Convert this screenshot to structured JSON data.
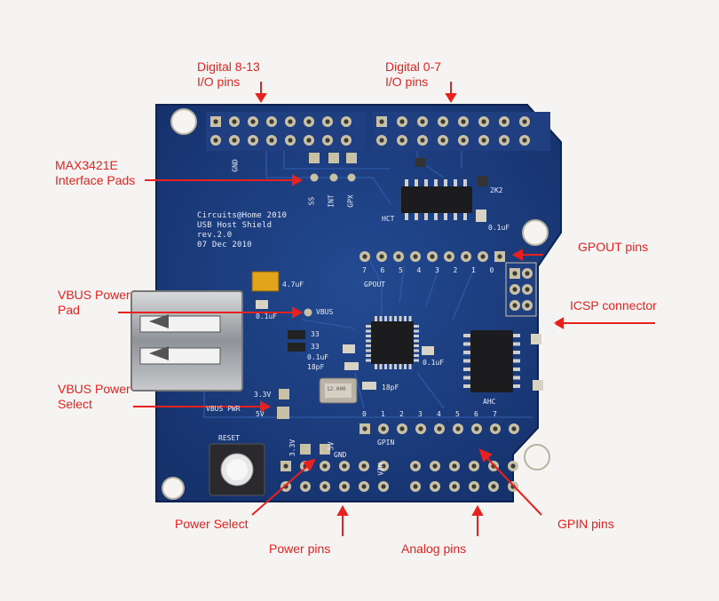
{
  "labels": {
    "digital_8_13": [
      "Digital 8-13",
      "I/O pins"
    ],
    "digital_0_7": [
      "Digital 0-7",
      "I/O pins"
    ],
    "max3421e": [
      "MAX3421E",
      "Interface Pads"
    ],
    "gpout": "GPOUT pins",
    "icsp": "ICSP connector",
    "vbus_pad": [
      "VBUS Power",
      "Pad"
    ],
    "vbus_select": [
      "VBUS Power",
      "Select"
    ],
    "power_select": "Power Select",
    "power_pins": "Power pins",
    "analog_pins": "Analog pins",
    "gpin_pins": "GPIN pins"
  },
  "board_text": {
    "title_lines": [
      "Circuits@Home 2010",
      "USB Host Shield",
      "rev.2.0",
      "07 Dec 2010"
    ],
    "gnd_top": "GND",
    "ss": "SS",
    "int": "INT",
    "gpx": "GPX",
    "hct": "HCT",
    "r2k2": "2K2",
    "c01uf_top": "0.1uF",
    "gpout": "GPOUT",
    "gpout_numbers": [
      "7",
      "6",
      "5",
      "4",
      "3",
      "2",
      "1",
      "0"
    ],
    "c47uf": "4.7uF",
    "vbus": "VBUS",
    "c01uf_vbus": "0.1uF",
    "r33a": "33",
    "r33b": "33",
    "c01uf_mid": "0.1uF",
    "c18pf_a": "18pF",
    "c18pf_b": "18pF",
    "c01uf_ic": "0.1uF",
    "c01uf_right": "0.1uF",
    "ahc": "AHC",
    "v33": "3.3V",
    "vbus_pwr": "VBUS PWR",
    "v5": "5V",
    "gpin_numbers": [
      "0",
      "1",
      "2",
      "3",
      "4",
      "5",
      "6",
      "7"
    ],
    "gpin": "GPIN",
    "reset": "RESET",
    "v33_power": "3.3V",
    "v5_power": "5V",
    "gnd_power": "GND",
    "vin": "VIN",
    "crystal": "12.000"
  },
  "colors": {
    "pcb": "#1a3a7a",
    "annotation": "#e8211f",
    "silkscreen": "#e9edf5",
    "pad": "#c9c1a6"
  }
}
